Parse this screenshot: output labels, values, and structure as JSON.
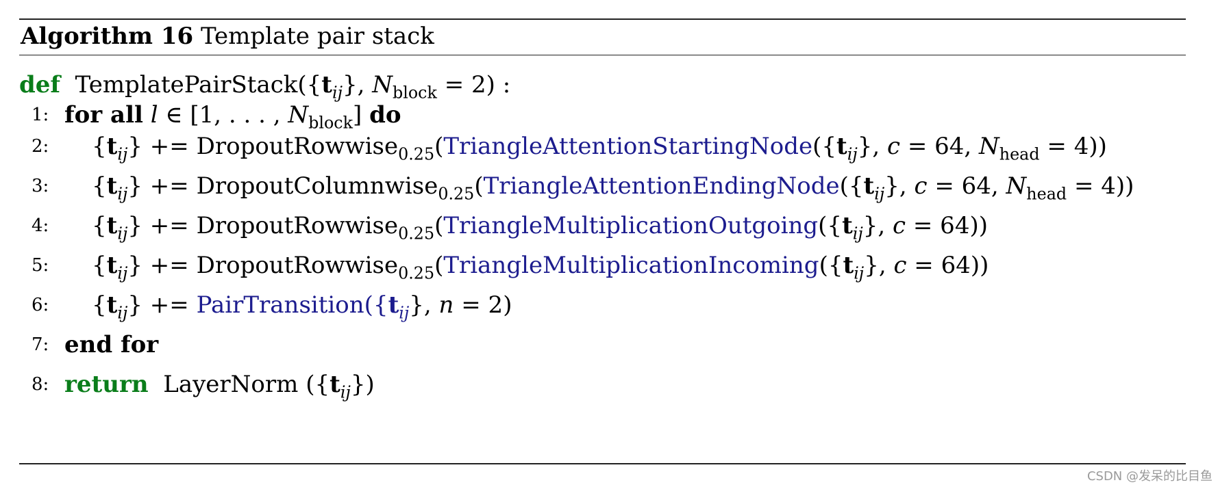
{
  "algorithm": {
    "label": "Algorithm 16",
    "title": "Template pair stack"
  },
  "definition": {
    "keyword": "def",
    "function": "TemplatePairStack({",
    "arg_t": "t",
    "arg_sub": "ij",
    "arg_mid": "}, ",
    "arg_N": "N",
    "arg_N_sub": "block",
    "arg_tail": " = 2) :"
  },
  "lines": [
    {
      "num": "1:",
      "keyword": "for all",
      "l_var": "l",
      "range_text": " ∈ [1, . . . , ",
      "N": "N",
      "N_sub": "block",
      "close": "]",
      "do": "do"
    },
    {
      "num": "2:",
      "lhs_open": "{",
      "t": "t",
      "sub": "ij",
      "lhs_close": "} += ",
      "op": "DropoutRowwise",
      "op_sub": "0.25",
      "paren": "(",
      "fn": "TriangleAttentionStartingNode",
      "args_open": "({",
      "args_t": "t",
      "args_sub": "ij",
      "args_rest": "}, ",
      "c": "c",
      "c_val": " = 64, ",
      "N": "N",
      "N_sub": "head",
      "N_val": " = 4))"
    },
    {
      "num": "3:",
      "lhs_open": "{",
      "t": "t",
      "sub": "ij",
      "lhs_close": "} += ",
      "op": "DropoutColumnwise",
      "op_sub": "0.25",
      "paren": "(",
      "fn": "TriangleAttentionEndingNode",
      "args_open": "({",
      "args_t": "t",
      "args_sub": "ij",
      "args_rest": "}, ",
      "c": "c",
      "c_val": " = 64, ",
      "N": "N",
      "N_sub": "head",
      "N_val": " = 4))"
    },
    {
      "num": "4:",
      "lhs_open": "{",
      "t": "t",
      "sub": "ij",
      "lhs_close": "} += ",
      "op": "DropoutRowwise",
      "op_sub": "0.25",
      "paren": "(",
      "fn": "TriangleMultiplicationOutgoing",
      "args_open": "({",
      "args_t": "t",
      "args_sub": "ij",
      "args_rest": "}, ",
      "c": "c",
      "c_val": " = 64))"
    },
    {
      "num": "5:",
      "lhs_open": "{",
      "t": "t",
      "sub": "ij",
      "lhs_close": "} += ",
      "op": "DropoutRowwise",
      "op_sub": "0.25",
      "paren": "(",
      "fn": "TriangleMultiplicationIncoming",
      "args_open": "({",
      "args_t": "t",
      "args_sub": "ij",
      "args_rest": "}, ",
      "c": "c",
      "c_val": " = 64))"
    },
    {
      "num": "6:",
      "lhs_open": "{",
      "t": "t",
      "sub": "ij",
      "lhs_close": "} += ",
      "fn": "PairTransition",
      "args_open": "({",
      "args_t": "t",
      "args_sub": "ij",
      "args_rest": "}, ",
      "n": "n",
      "n_val": " = 2)"
    },
    {
      "num": "7:",
      "keyword": "end for"
    },
    {
      "num": "8:",
      "keyword": "return",
      "fn": "LayerNorm",
      "args_open": " ({",
      "args_t": "t",
      "args_sub": "ij",
      "args_close": "})"
    }
  ],
  "watermark": "CSDN @发呆的比目鱼"
}
